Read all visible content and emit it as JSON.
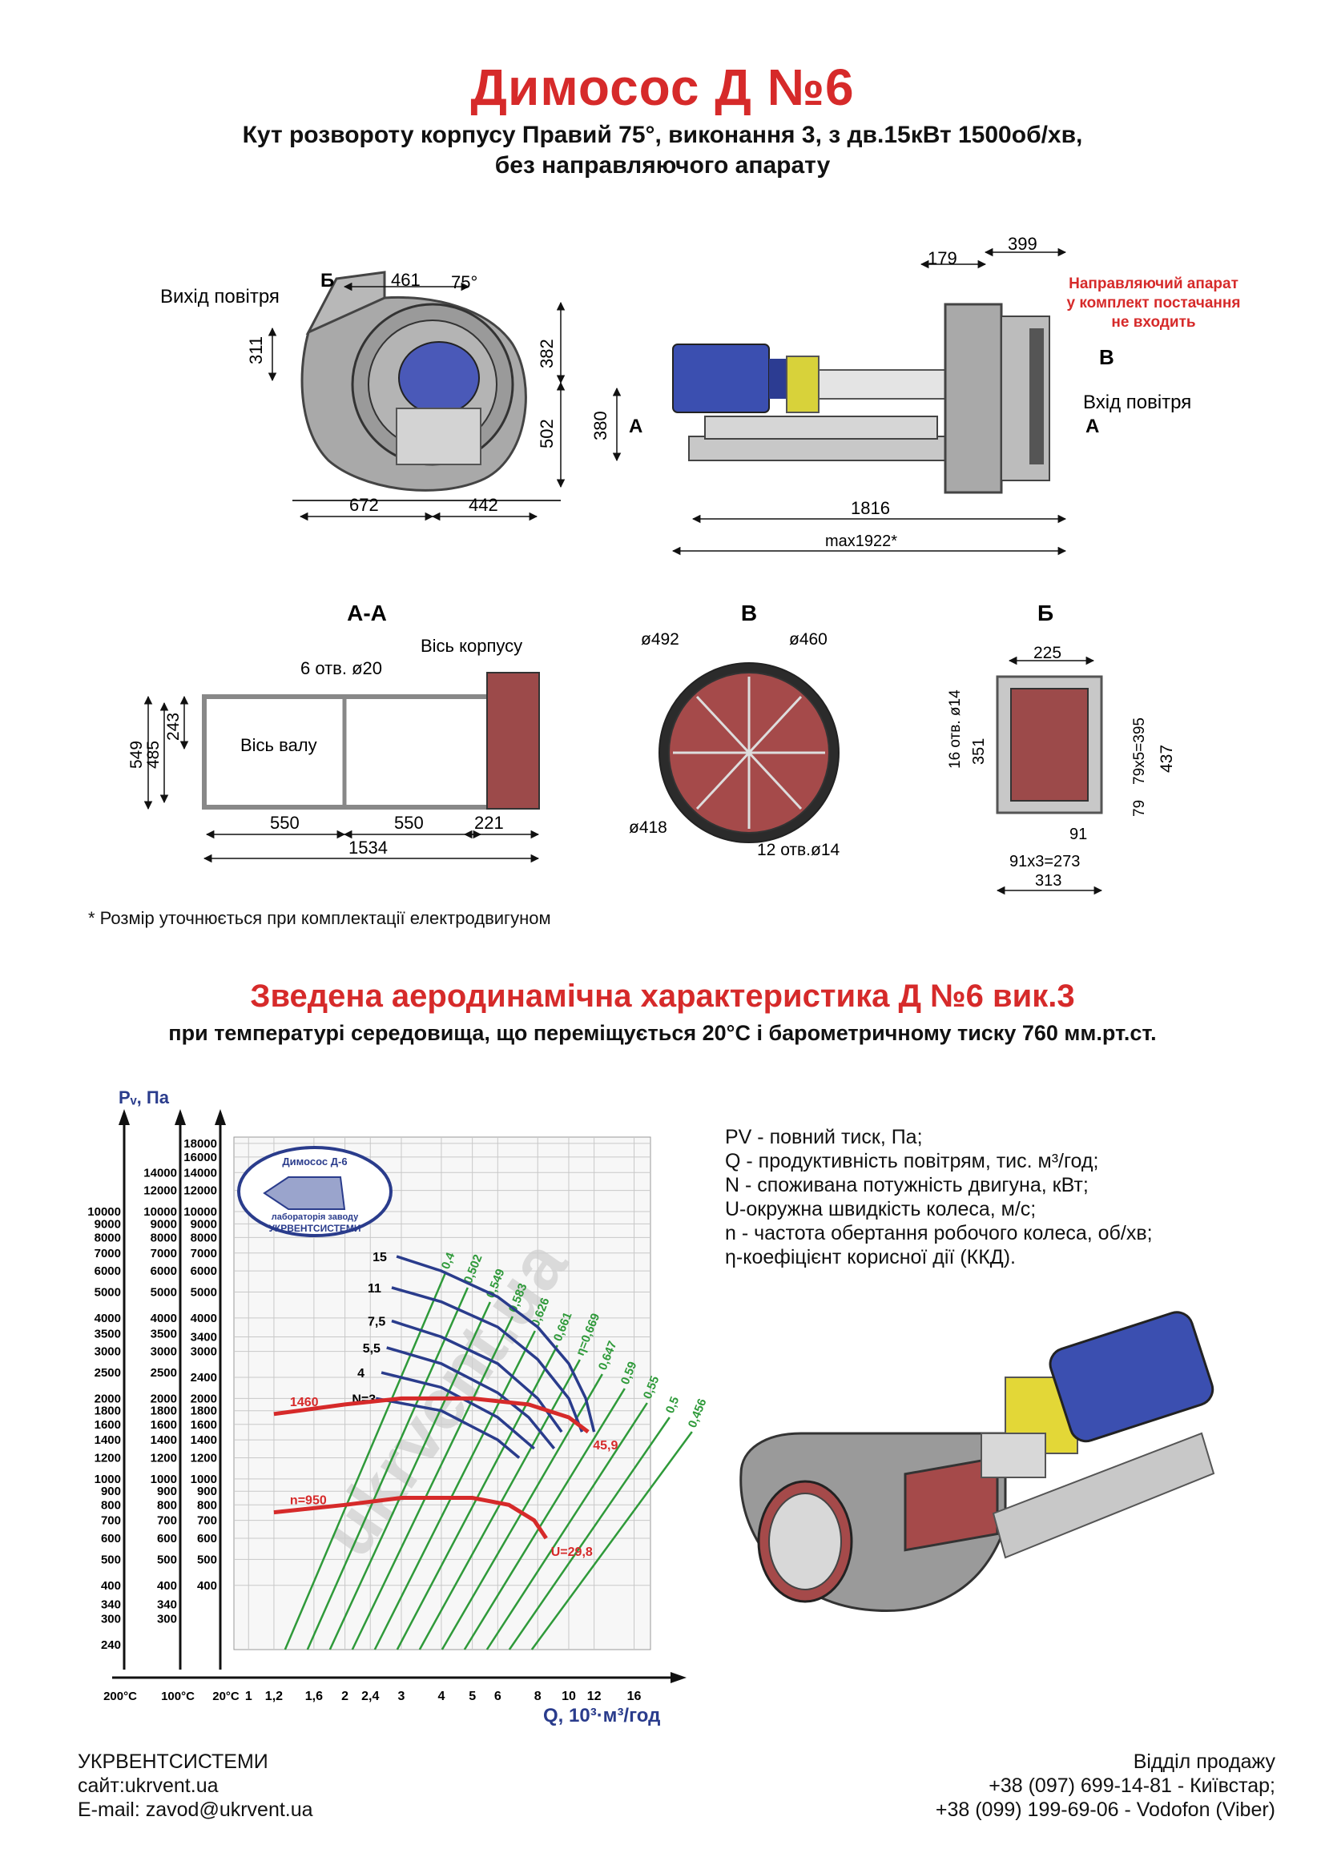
{
  "header": {
    "title": "Димосос  Д №6",
    "subtitle_line1": "Кут розвороту корпусу Правий 75°, виконання 3, з дв.15кВт 1500об/хв,",
    "subtitle_line2": "без направляючого апарату"
  },
  "front_view": {
    "label_outlet": "Вихід повітря",
    "label_section": "Б",
    "label_angle": "75°",
    "dims": {
      "top": "461",
      "left": "311",
      "right1": "382",
      "right2": "502",
      "bottom_left": "672",
      "bottom_right": "442"
    }
  },
  "side_view": {
    "note_line1": "Направляючий апарат",
    "note_line2": "у комплект постачання",
    "note_line3": "не входить",
    "label_inlet": "Вхід повітря",
    "label_section_left": "A",
    "label_section_right": "A",
    "label_b": "В",
    "dims": {
      "top1": "179",
      "top2": "399",
      "height": "380",
      "length": "1816",
      "max_length": "max1922*"
    }
  },
  "section_aa": {
    "title": "А-А",
    "label_axis_housing": "Вісь корпусу",
    "label_holes": "6 отв. ø20",
    "label_shaft_axis": "Вісь валу",
    "dims": {
      "h1": "549",
      "h2": "485",
      "h3": "243",
      "w1": "550",
      "w2": "550",
      "w3": "221",
      "total": "1534"
    }
  },
  "section_v": {
    "title": "В",
    "d1": "ø492",
    "d2": "ø460",
    "d3": "ø418",
    "holes": "12 отв.ø14"
  },
  "section_b": {
    "title": "Б",
    "top": "225",
    "holes": "16 отв. ø14",
    "h_inner": "351",
    "pitch": "79x5=395",
    "h_outer": "437",
    "small": "79",
    "b91": "91",
    "b273": "91x3=273",
    "b313": "313"
  },
  "footnote": "* Розмір уточнюється при комплектації електродвигуном",
  "section2": {
    "title": "Зведена аеродинамічна характеристика Д №6 вик.3",
    "subtitle": "при температурі середовища, що переміщується 20°С і барометричному тиску 760 мм.рт.ст."
  },
  "legend": [
    "PV - повний тиск, Па;",
    "Q - продуктивність повітрям, тис. м³/год;",
    "N - споживана потужність двигуна, кВт;",
    "U-окружна швидкість колеса, м/с;",
    "n - частота обертання робочого колеса, об/хв;",
    "η-коефіцієнт корисної дії (ККД)."
  ],
  "chart_data": {
    "type": "line",
    "ylabel": "Pᵥ, Па",
    "xlabel": "Q, 10³·м³/год",
    "x_scale": "log",
    "y_scale": "log",
    "x_ticks": [
      "1",
      "1,2",
      "1,6",
      "2",
      "2,4",
      "3",
      "4",
      "5",
      "6",
      "8",
      "10",
      "12",
      "16"
    ],
    "x_temp_labels": [
      "200°С",
      "100°С",
      "20°С"
    ],
    "y_axis_200C": [
      "10000",
      "9000",
      "8000",
      "7000",
      "6000",
      "5000",
      "4000",
      "3500",
      "3000",
      "2500",
      "2000",
      "1800",
      "1600",
      "1400",
      "1200",
      "1000",
      "900",
      "800",
      "700",
      "600",
      "500",
      "400",
      "340",
      "300",
      "240"
    ],
    "y_axis_100C": [
      "14000",
      "12000",
      "10000",
      "9000",
      "8000",
      "7000",
      "6000",
      "5000",
      "4000",
      "3500",
      "3000",
      "2500",
      "2000",
      "1800",
      "1600",
      "1400",
      "1200",
      "1000",
      "900",
      "800",
      "700",
      "600",
      "500",
      "400",
      "340",
      "300"
    ],
    "y_axis_20C": [
      "18000",
      "16000",
      "14000",
      "12000",
      "10000",
      "9000",
      "8000",
      "7000",
      "6000",
      "5000",
      "4000",
      "3400",
      "3000",
      "2400",
      "2000",
      "1800",
      "1600",
      "1400",
      "1200",
      "1000",
      "900",
      "800",
      "700",
      "600",
      "500",
      "400"
    ],
    "n_curves": [
      {
        "name": "1460",
        "color": "#d62a2a",
        "points": [
          [
            1.2,
            1750
          ],
          [
            2.0,
            1900
          ],
          [
            3.0,
            2000
          ],
          [
            5.0,
            2000
          ],
          [
            7.5,
            1900
          ],
          [
            10.0,
            1700
          ],
          [
            11.5,
            1500
          ]
        ]
      },
      {
        "name": "n=950",
        "color": "#d62a2a",
        "points": [
          [
            1.2,
            750
          ],
          [
            2.0,
            800
          ],
          [
            3.0,
            850
          ],
          [
            5.0,
            850
          ],
          [
            6.5,
            800
          ],
          [
            7.8,
            700
          ],
          [
            8.5,
            600
          ]
        ]
      }
    ],
    "n_end_labels": [
      "45,9",
      "U=29,8"
    ],
    "power_curves": [
      {
        "name": "15",
        "points": [
          [
            2.9,
            6800
          ],
          [
            4.0,
            6000
          ],
          [
            6.0,
            4800
          ],
          [
            8.0,
            3700
          ],
          [
            10.0,
            2700
          ],
          [
            11.3,
            2000
          ],
          [
            12.0,
            1500
          ]
        ]
      },
      {
        "name": "11",
        "points": [
          [
            2.8,
            5200
          ],
          [
            4.0,
            4600
          ],
          [
            6.0,
            3700
          ],
          [
            8.0,
            2800
          ],
          [
            10.0,
            2000
          ],
          [
            11.0,
            1500
          ]
        ]
      },
      {
        "name": "7,5",
        "points": [
          [
            2.8,
            3900
          ],
          [
            4.0,
            3400
          ],
          [
            6.0,
            2700
          ],
          [
            8.0,
            2000
          ],
          [
            9.5,
            1500
          ]
        ]
      },
      {
        "name": "5,5",
        "points": [
          [
            2.7,
            3100
          ],
          [
            4.0,
            2700
          ],
          [
            6.0,
            2100
          ],
          [
            7.5,
            1700
          ],
          [
            9.0,
            1300
          ]
        ]
      },
      {
        "name": "4",
        "points": [
          [
            2.6,
            2500
          ],
          [
            4.0,
            2200
          ],
          [
            6.0,
            1700
          ],
          [
            7.8,
            1300
          ]
        ]
      },
      {
        "name": "N=3",
        "points": [
          [
            2.5,
            2000
          ],
          [
            4.0,
            1800
          ],
          [
            6.0,
            1400
          ],
          [
            7.0,
            1200
          ]
        ]
      }
    ],
    "efficiency_lines": [
      "0,4",
      "0,502",
      "0,549",
      "0,583",
      "0,626",
      "0,661",
      "η=0,669",
      "0,647",
      "0,59",
      "0,55",
      "0,5",
      "0,456"
    ]
  },
  "watermark": "ukrvent.ua",
  "logo": {
    "line1": "Димосос Д-6",
    "line2": "лабораторія заводу",
    "line3": "УКРВЕНТСИСТЕМИ"
  },
  "footer": {
    "company": "УКРВЕНТСИСТЕМИ",
    "site": "сайт:ukrvent.ua",
    "email": "E-mail: zavod@ukrvent.ua",
    "sales_title": "Відділ продажу",
    "phone1": "+38 (097) 699-14-81 - Київстар;",
    "phone2": "+38 (099) 199-69-06 - Vodofon (Viber)"
  },
  "colors": {
    "accent": "#d62a2a",
    "curve_blue": "#2a3c8c",
    "eff_green": "#2f9a3a",
    "grid": "#c8c8c8"
  }
}
